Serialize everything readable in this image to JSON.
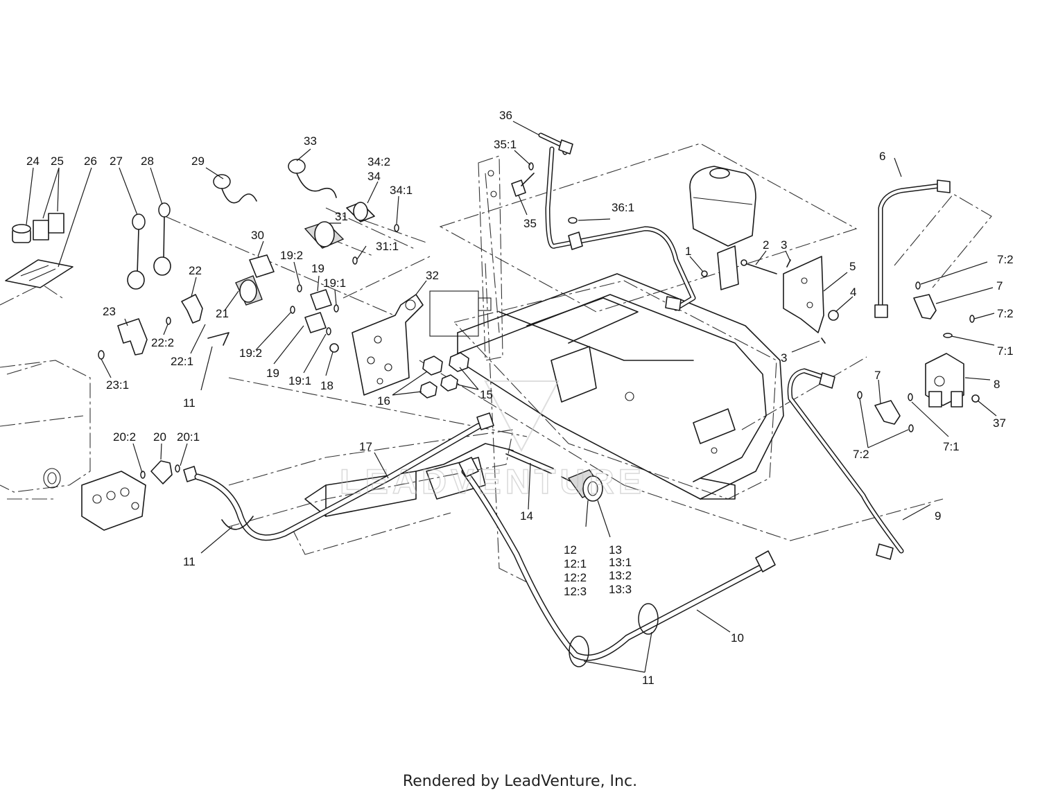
{
  "footer": {
    "credit": "Rendered by LeadVenture, Inc."
  },
  "watermark": {
    "text": "LEADVENTURE"
  },
  "callouts": [
    {
      "id": "c1",
      "text": "1"
    },
    {
      "id": "c2",
      "text": "2"
    },
    {
      "id": "c3a",
      "text": "3"
    },
    {
      "id": "c3b",
      "text": "3"
    },
    {
      "id": "c4",
      "text": "4"
    },
    {
      "id": "c5",
      "text": "5"
    },
    {
      "id": "c6",
      "text": "6"
    },
    {
      "id": "c7a",
      "text": "7"
    },
    {
      "id": "c7b",
      "text": "7"
    },
    {
      "id": "c7_2a",
      "text": "7:2"
    },
    {
      "id": "c7_2b",
      "text": "7:2"
    },
    {
      "id": "c7_2c",
      "text": "7:2"
    },
    {
      "id": "c7_1a",
      "text": "7:1"
    },
    {
      "id": "c7_1b",
      "text": "7:1"
    },
    {
      "id": "c8",
      "text": "8"
    },
    {
      "id": "c9",
      "text": "9"
    },
    {
      "id": "c10",
      "text": "10"
    },
    {
      "id": "c11a",
      "text": "11"
    },
    {
      "id": "c11b",
      "text": "11"
    },
    {
      "id": "c11c",
      "text": "11"
    },
    {
      "id": "c12",
      "text": "12"
    },
    {
      "id": "c12_1",
      "text": "12:1"
    },
    {
      "id": "c12_2",
      "text": "12:2"
    },
    {
      "id": "c12_3",
      "text": "12:3"
    },
    {
      "id": "c13",
      "text": "13"
    },
    {
      "id": "c13_1",
      "text": "13:1"
    },
    {
      "id": "c13_2",
      "text": "13:2"
    },
    {
      "id": "c13_3",
      "text": "13:3"
    },
    {
      "id": "c14",
      "text": "14"
    },
    {
      "id": "c15",
      "text": "15"
    },
    {
      "id": "c16",
      "text": "16"
    },
    {
      "id": "c17",
      "text": "17"
    },
    {
      "id": "c18",
      "text": "18"
    },
    {
      "id": "c19a",
      "text": "19"
    },
    {
      "id": "c19b",
      "text": "19"
    },
    {
      "id": "c19_1a",
      "text": "19:1"
    },
    {
      "id": "c19_1b",
      "text": "19:1"
    },
    {
      "id": "c19_2a",
      "text": "19:2"
    },
    {
      "id": "c19_2b",
      "text": "19:2"
    },
    {
      "id": "c20",
      "text": "20"
    },
    {
      "id": "c20_1",
      "text": "20:1"
    },
    {
      "id": "c20_2",
      "text": "20:2"
    },
    {
      "id": "c21",
      "text": "21"
    },
    {
      "id": "c22",
      "text": "22"
    },
    {
      "id": "c22_1",
      "text": "22:1"
    },
    {
      "id": "c22_2",
      "text": "22:2"
    },
    {
      "id": "c23",
      "text": "23"
    },
    {
      "id": "c23_1",
      "text": "23:1"
    },
    {
      "id": "c24",
      "text": "24"
    },
    {
      "id": "c25",
      "text": "25"
    },
    {
      "id": "c26",
      "text": "26"
    },
    {
      "id": "c27",
      "text": "27"
    },
    {
      "id": "c28",
      "text": "28"
    },
    {
      "id": "c29",
      "text": "29"
    },
    {
      "id": "c30",
      "text": "30"
    },
    {
      "id": "c31",
      "text": "31"
    },
    {
      "id": "c31_1",
      "text": "31:1"
    },
    {
      "id": "c32",
      "text": "32"
    },
    {
      "id": "c33",
      "text": "33"
    },
    {
      "id": "c34",
      "text": "34"
    },
    {
      "id": "c34_1",
      "text": "34:1"
    },
    {
      "id": "c34_2",
      "text": "34:2"
    },
    {
      "id": "c35",
      "text": "35"
    },
    {
      "id": "c35_1",
      "text": "35:1"
    },
    {
      "id": "c36",
      "text": "36"
    },
    {
      "id": "c36_1",
      "text": "36:1"
    },
    {
      "id": "c37",
      "text": "37"
    }
  ]
}
